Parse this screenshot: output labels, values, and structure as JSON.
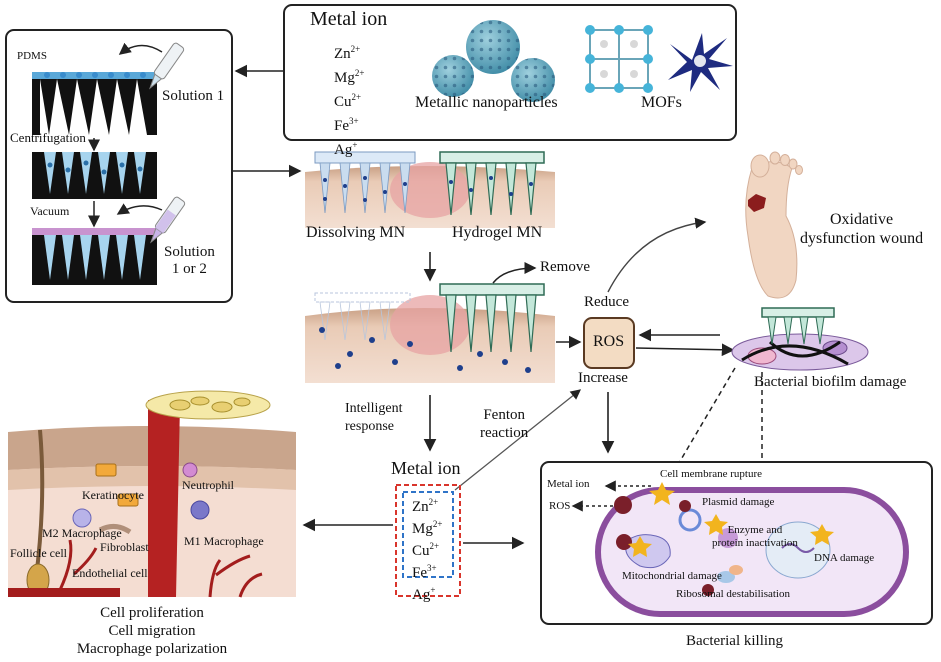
{
  "top_box": {
    "title": "Metal ion",
    "ions": [
      {
        "sym": "Zn",
        "chg": "2+"
      },
      {
        "sym": "Mg",
        "chg": "2+"
      },
      {
        "sym": "Cu",
        "chg": "2+"
      },
      {
        "sym": "Fe",
        "chg": "3+"
      },
      {
        "sym": "Ag",
        "chg": "+"
      }
    ],
    "nanoparticles_label": "Metallic nanoparticles",
    "mofs_label": "MOFs"
  },
  "fabrication": {
    "pdms": "PDMS",
    "solution1": "Solution 1",
    "centrifugation": "Centrifugation",
    "vacuum": "Vacuum",
    "solution2_line1": "Solution",
    "solution2_line2": "1 or 2"
  },
  "mn_types": {
    "dissolving": "Dissolving MN",
    "hydrogel": "Hydrogel MN"
  },
  "remove": "Remove",
  "ros_cycle": {
    "reduce": "Reduce",
    "ros": "ROS",
    "increase": "Increase"
  },
  "wound": {
    "line1": "Oxidative",
    "line2": "dysfunction wound"
  },
  "biofilm": "Bacterial biofilm damage",
  "intelligent_line1": "Intelligent",
  "intelligent_line2": "response",
  "fenton_line1": "Fenton",
  "fenton_line2": "reaction",
  "center_ion": {
    "title": "Metal ion",
    "ions": [
      {
        "sym": "Zn",
        "chg": "2+"
      },
      {
        "sym": "Mg",
        "chg": "2+"
      },
      {
        "sym": "Cu",
        "chg": "2+"
      },
      {
        "sym": "Fe",
        "chg": "3+"
      },
      {
        "sym": "Ag",
        "chg": "+"
      }
    ]
  },
  "tissue": {
    "keratinocyte": "Keratinocyte",
    "neutrophil": "Neutrophil",
    "m2": "M2 Macrophage",
    "fibroblast": "Fibroblast",
    "m1": "M1 Macrophage",
    "follicle": "Follicle cell",
    "endothelial": "Endothelial cell"
  },
  "effects": [
    "Cell proliferation",
    "Cell migration",
    "Macrophage polarization"
  ],
  "bacteria": {
    "metal_ion": "Metal ion",
    "ros": "ROS",
    "membrane": "Cell membrane rupture",
    "plasmid": "Plasmid damage",
    "enzyme_line1": "Enzyme and",
    "enzyme_line2": "protein inactivation",
    "dna": "DNA damage",
    "mito": "Mitochondrial damage",
    "ribosome": "Ribosomal destabilisation",
    "caption": "Bacterial killing"
  },
  "colors": {
    "dark": "#222222",
    "mn_blue": "#8fa8c8",
    "hydrogel_green": "#2f6b55",
    "skin": "#e8c9b4",
    "ion_box_red": "#d9352c",
    "ion_box_blue": "#2f74c8",
    "ros_fill": "#f3dcc3",
    "bacteria_purple": "#8b4e9e"
  }
}
